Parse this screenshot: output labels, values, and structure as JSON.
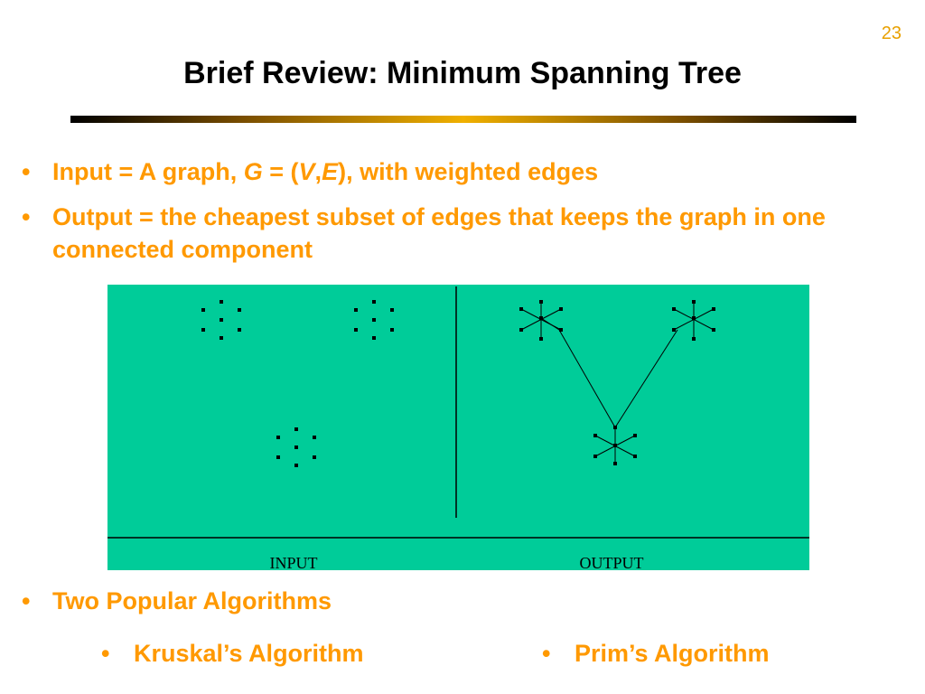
{
  "slide_number": "23",
  "title": "Brief Review: Minimum Spanning Tree",
  "bullets": [
    {
      "prefix": "Input = A graph, ",
      "g": "G",
      "mid1": " = (",
      "v": "V",
      "comma": ",",
      "e": "E",
      "suffix": "), with weighted edges"
    },
    {
      "text": "Output = the cheapest subset of edges that keeps the graph in one connected component"
    }
  ],
  "figure": {
    "background_color": "#00cc99",
    "input_label": "INPUT",
    "output_label": "OUTPUT"
  },
  "algorithms_bullet": "Two Popular Algorithms",
  "algorithms": [
    "Kruskal’s Algorithm",
    "Prim’s Algorithm"
  ],
  "bullet_symbol": "•",
  "colors": {
    "accent": "#ff9900",
    "slide_number": "#e8a000",
    "title": "#000000"
  }
}
